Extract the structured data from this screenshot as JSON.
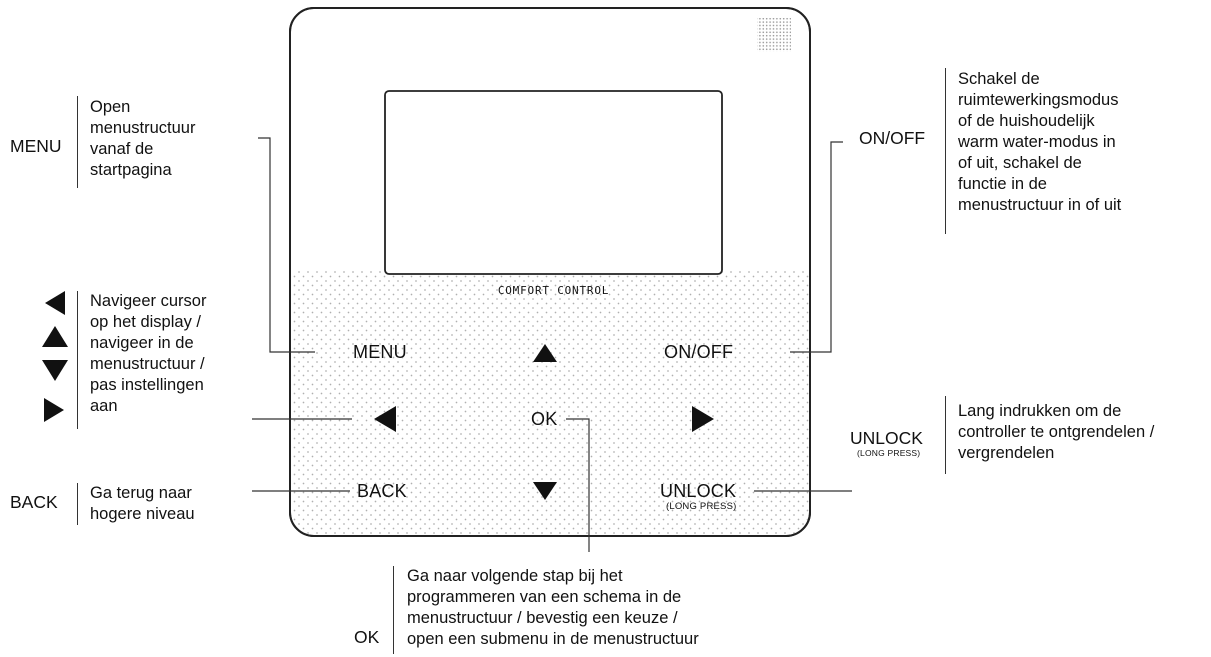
{
  "device": {
    "brand_text": "COMFORT CONTROL",
    "buttons": {
      "menu": "MENU",
      "on_off": "ON/OFF",
      "ok": "OK",
      "back": "BACK",
      "unlock": "UNLOCK",
      "unlock_sub": "(LONG PRESS)"
    },
    "arrow_icons": [
      "arrow-up-icon",
      "arrow-left-icon",
      "arrow-right-icon",
      "arrow-down-icon"
    ]
  },
  "annotations": {
    "menu": {
      "key": "MENU",
      "lines": [
        "Open",
        "menustructuur",
        "vanaf de",
        "startpagina"
      ]
    },
    "arrows": {
      "icons": [
        "arrow-left-icon",
        "arrow-up-icon",
        "arrow-down-icon",
        "arrow-right-icon"
      ],
      "lines": [
        "Navigeer cursor",
        "op het display /",
        "navigeer in de",
        "menustructuur /",
        "pas instellingen",
        "aan"
      ]
    },
    "back": {
      "key": "BACK",
      "lines": [
        "Ga terug naar",
        "hogere niveau"
      ]
    },
    "on_off": {
      "key": "ON/OFF",
      "lines": [
        "Schakel de",
        "ruimtewerkingsmodus",
        "of de huishoudelijk",
        "warm water-modus in",
        "of uit, schakel de",
        "functie in de",
        "menustructuur in of uit"
      ]
    },
    "unlock": {
      "key": "UNLOCK",
      "sub": "(LONG PRESS)",
      "lines": [
        "Lang indrukken om de",
        "controller te ontgrendelen /",
        "vergrendelen"
      ]
    },
    "ok": {
      "key": "OK",
      "lines": [
        "Ga naar volgende stap bij het",
        "programmeren van een schema in de",
        "menustructuur / bevestig een keuze /",
        "open een submenu in de menustructuur"
      ]
    }
  }
}
